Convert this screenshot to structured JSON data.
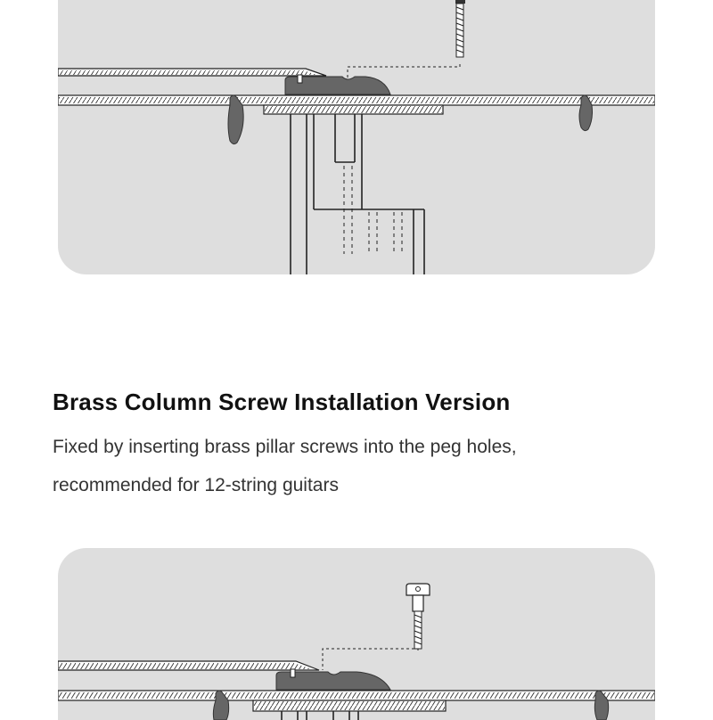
{
  "section": {
    "title": "Brass Column Screw Installation Version",
    "description_lines": [
      "Fixed by inserting brass pillar screws into the peg holes,",
      "recommended for 12-string guitars"
    ]
  },
  "colors": {
    "panel_background": "#dedede",
    "line": "#222222",
    "bridge_pin": "#666666"
  },
  "diagrams": [
    {
      "name": "string-bridge-wood-screw-cross-section",
      "fastener": "screw-icon"
    },
    {
      "name": "string-bridge-brass-column-screw-cross-section",
      "fastener": "brass-column-screw-icon"
    }
  ]
}
